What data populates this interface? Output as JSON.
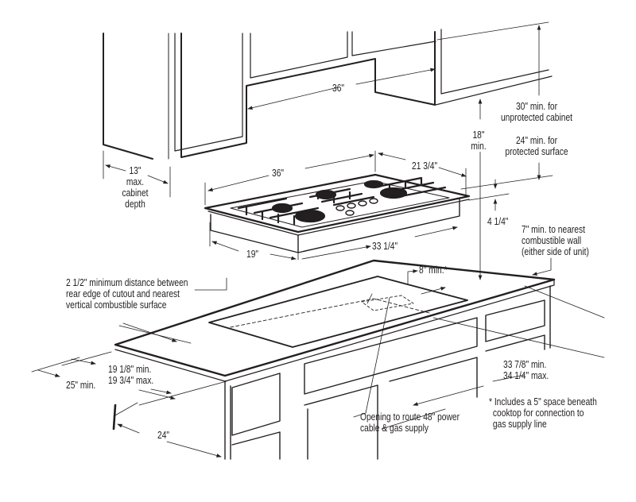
{
  "diagram": {
    "subject": "Gas cooktop installation clearances",
    "colors": {
      "ink": "#231f20",
      "background": "#ffffff"
    },
    "labels": {
      "cabinet_gap_width": "36\"",
      "cabinet_depth": [
        "13\"",
        "max.",
        "cabinet",
        "depth"
      ],
      "min_height_above": [
        "18\"",
        "min."
      ],
      "unprotected_cabinet": [
        "30\" min. for",
        "unprotected cabinet"
      ],
      "protected_surface": [
        "24\" min. for",
        "protected surface"
      ],
      "cooktop_width": "36\"",
      "cooktop_depth": "21 3/4\"",
      "cooktop_height": "4 1/4\"",
      "side_wall": [
        "7\" min. to nearest",
        "combustible wall",
        "(either side of unit)"
      ],
      "cutout_depth_small": "19\"",
      "cutout_width_small": "33 1/4\"",
      "rear_min": "8\" min.*",
      "rear_edge_note": [
        "2 1/2\" minimum distance between",
        "rear edge of cutout and nearest",
        "vertical combustible surface"
      ],
      "cutout_depth_range": [
        "19 1/8\" min.",
        "19 3/4\" max."
      ],
      "counter_depth": "25\" min.",
      "cabinet_base_depth": "24\"",
      "cutout_width_range": [
        "33 7/8\" min.",
        "34 1/4\" max."
      ],
      "footnote": [
        "* Includes a 5\" space beneath",
        "cooktop for connection to",
        "gas supply line"
      ],
      "opening_note": [
        "Opening to route 48\" power",
        "cable & gas supply"
      ]
    }
  }
}
